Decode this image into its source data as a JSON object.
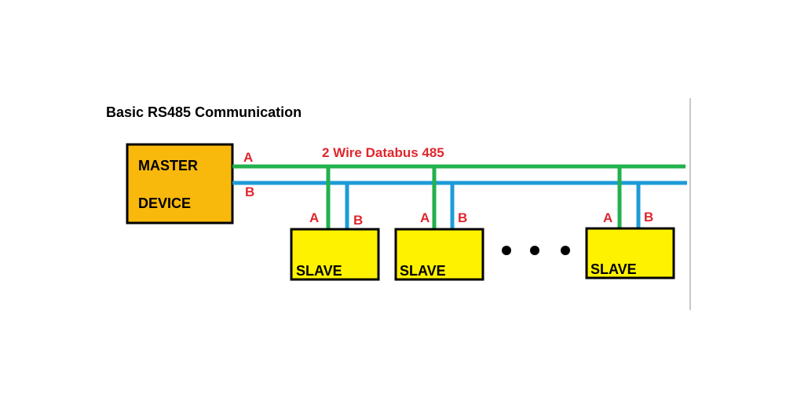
{
  "title": "Basic RS485 Communication",
  "bus_label": "2 Wire Databus 485",
  "master": {
    "line1": "MASTER",
    "line2": "DEVICE",
    "pin_a": "A",
    "pin_b": "B",
    "fill": "#f9b90c"
  },
  "slaves": [
    {
      "label": "SLAVE",
      "pin_a": "A",
      "pin_b": "B"
    },
    {
      "label": "SLAVE",
      "pin_a": "A",
      "pin_b": "B"
    },
    {
      "label": "SLAVE",
      "pin_a": "A",
      "pin_b": "B"
    }
  ],
  "colors": {
    "wire_a": "#22b14c",
    "wire_b": "#1e9bd7",
    "slave_fill": "#fff200",
    "label_red": "#e0262d"
  }
}
